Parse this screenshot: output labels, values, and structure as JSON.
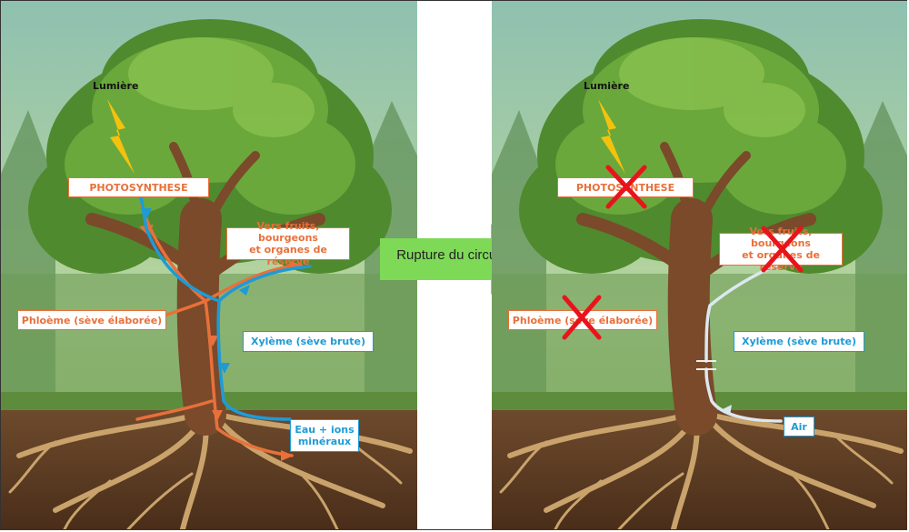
{
  "center": {
    "rupture_label": "Rupture du circuit"
  },
  "left": {
    "light": "Lumière",
    "photosynthese": "PHOTOSYNTHESE",
    "fruits_line1": "Vers fruits, bourgeons",
    "fruits_line2": "et organes de réserve",
    "phloeme": "Phloème (sève élaborée)",
    "xyleme": "Xylème (sève brute)",
    "eau_line1": "Eau + ions",
    "eau_line2": "minéraux"
  },
  "right": {
    "light": "Lumière",
    "photosynthese": "PHOTOSYNTHESE",
    "fruits_line1": "Vers fruits, bourgeons",
    "fruits_line2": "et organes de réserve",
    "phloeme": "Phloème (sève élaborée)",
    "xyleme": "Xylème (sève brute)",
    "air": "Air"
  },
  "colors": {
    "phloem": "#e8703a",
    "xylem": "#1e9bd7",
    "cross": "#e8141c",
    "air": "#dce8f0",
    "lightning": "#f4c20d",
    "arrow": "#7ed957"
  }
}
